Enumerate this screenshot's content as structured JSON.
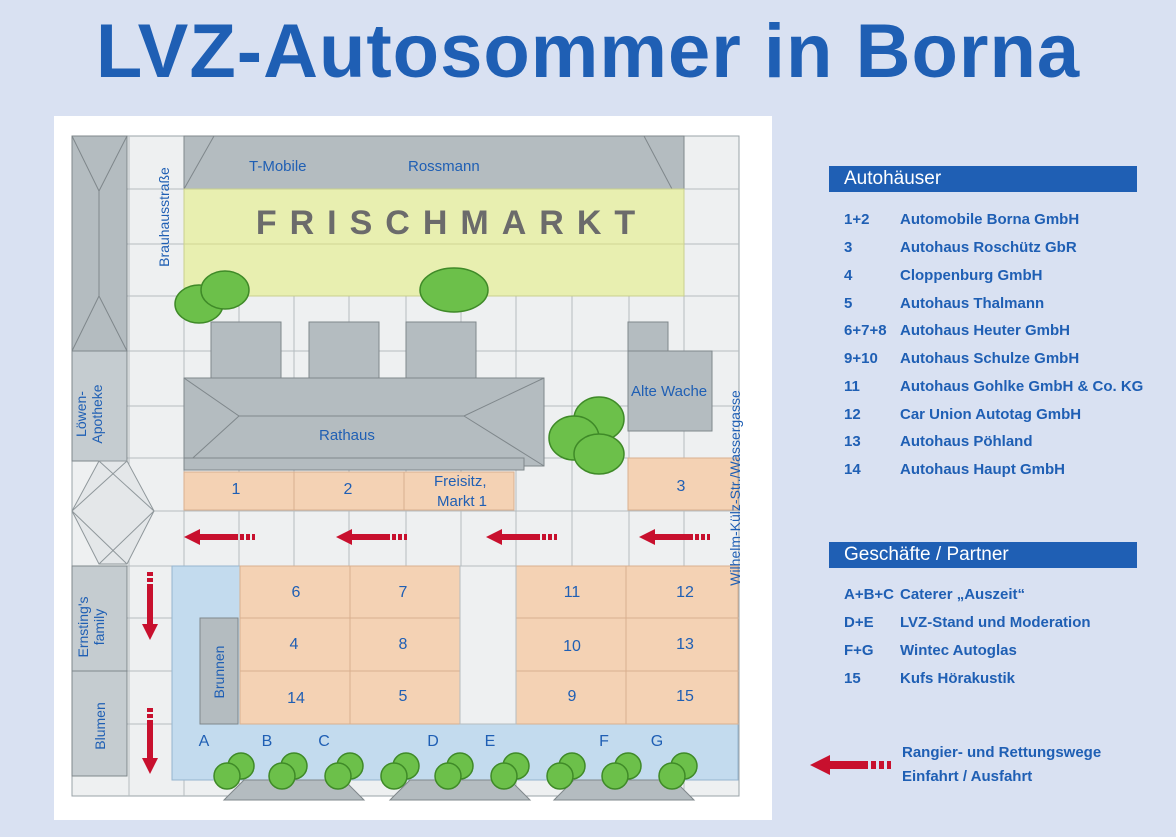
{
  "title": "LVZ-Autosommer in Borna",
  "map": {
    "streets": {
      "brauhaus": "Brauhausstraße",
      "loewen": "Löwen-\nApotheke",
      "ernsting": "Ernsting's\nfamily",
      "blumen": "Blumen",
      "wilhelm": "Wilhelm-Külz-Str./Wassergasse",
      "brunnen": "Brunnen"
    },
    "labels": {
      "tmobile": "T-Mobile",
      "rossmann": "Rossmann",
      "frischmarkt": "FRISCHMARKT",
      "rathaus": "Rathaus",
      "altewache": "Alte Wache",
      "freisitz1": "Freisitz,",
      "freisitz2": "Markt 1"
    },
    "stands": {
      "n1": "1",
      "n2": "2",
      "n3": "3",
      "n6": "6",
      "n7": "7",
      "n11": "11",
      "n12": "12",
      "n4": "4",
      "n8": "8",
      "n10": "10",
      "n13": "13",
      "n14": "14",
      "n5": "5",
      "n9": "9",
      "n15": "15"
    },
    "partners_letters": {
      "A": "A",
      "B": "B",
      "C": "C",
      "D": "D",
      "E": "E",
      "F": "F",
      "G": "G"
    }
  },
  "legend": {
    "autohaeuser_title": "Autohäuser",
    "autohaeuser": [
      {
        "key": "1+2",
        "name": "Automobile Borna GmbH"
      },
      {
        "key": "3",
        "name": "Autohaus Roschütz GbR"
      },
      {
        "key": "4",
        "name": "Cloppenburg GmbH"
      },
      {
        "key": "5",
        "name": "Autohaus Thalmann"
      },
      {
        "key": "6+7+8",
        "name": "Autohaus Heuter GmbH"
      },
      {
        "key": "9+10",
        "name": "Autohaus Schulze GmbH"
      },
      {
        "key": "11",
        "name": "Autohaus Gohlke GmbH & Co. KG"
      },
      {
        "key": "12",
        "name": "Car Union Autotag GmbH"
      },
      {
        "key": "13",
        "name": "Autohaus Pöhland"
      },
      {
        "key": "14",
        "name": "Autohaus Haupt GmbH"
      }
    ],
    "partner_title": "Geschäfte / Partner",
    "partner": [
      {
        "key": "A+B+C",
        "name": "Caterer „Auszeit“"
      },
      {
        "key": "D+E",
        "name": "LVZ-Stand und Moderation"
      },
      {
        "key": "F+G",
        "name": "Wintec Autoglas"
      },
      {
        "key": "15",
        "name": "Kufs Hörakustik"
      }
    ],
    "routes_line1": "Rangier- und Rettungswege",
    "routes_line2": "Einfahrt / Ausfahrt"
  },
  "colors": {
    "brand_blue": "#1f5fb4",
    "arrow_red": "#c8102e",
    "frischmarkt": "#e8efb0",
    "stand_orange": "#f4d2b4",
    "pavement_blue": "#c3dbee",
    "building_gray": "#b4bcc0",
    "tree_green": "#6cc04a"
  }
}
